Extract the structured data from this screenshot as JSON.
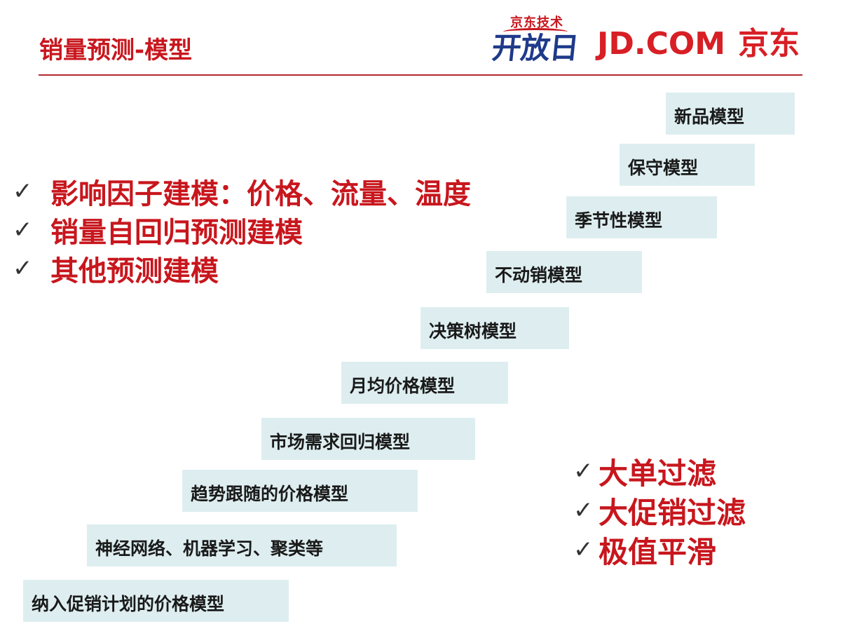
{
  "header": {
    "title": "销量预测-模型",
    "logo_kaifangri": {
      "top_text": "京东技术",
      "main_text": "开放日"
    },
    "logo_jd": {
      "latin": "JD.COM",
      "cn": "京东"
    }
  },
  "bullets": [
    {
      "check": "✓",
      "text": "影响因子建模：价格、流量、温度"
    },
    {
      "check": "✓",
      "text": "销量自回归预测建模"
    },
    {
      "check": "✓",
      "text": "其他预测建模"
    }
  ],
  "steps": [
    "新品模型",
    "保守模型",
    "季节性模型",
    "不动销模型",
    "决策树模型",
    "月均价格模型",
    "市场需求回归模型",
    "趋势跟随的价格模型",
    "神经网络、机器学习、聚类等",
    "纳入促销计划的价格模型"
  ],
  "filters": [
    {
      "check": "✓",
      "text": "大单过滤"
    },
    {
      "check": "✓",
      "text": "大促销过滤"
    },
    {
      "check": "✓",
      "text": "极值平滑"
    }
  ],
  "colors": {
    "title_red": "#c8161d",
    "step_bg": "#deeef0",
    "logo_blue": "#1f3a8a",
    "jd_red": "#d71f25"
  }
}
